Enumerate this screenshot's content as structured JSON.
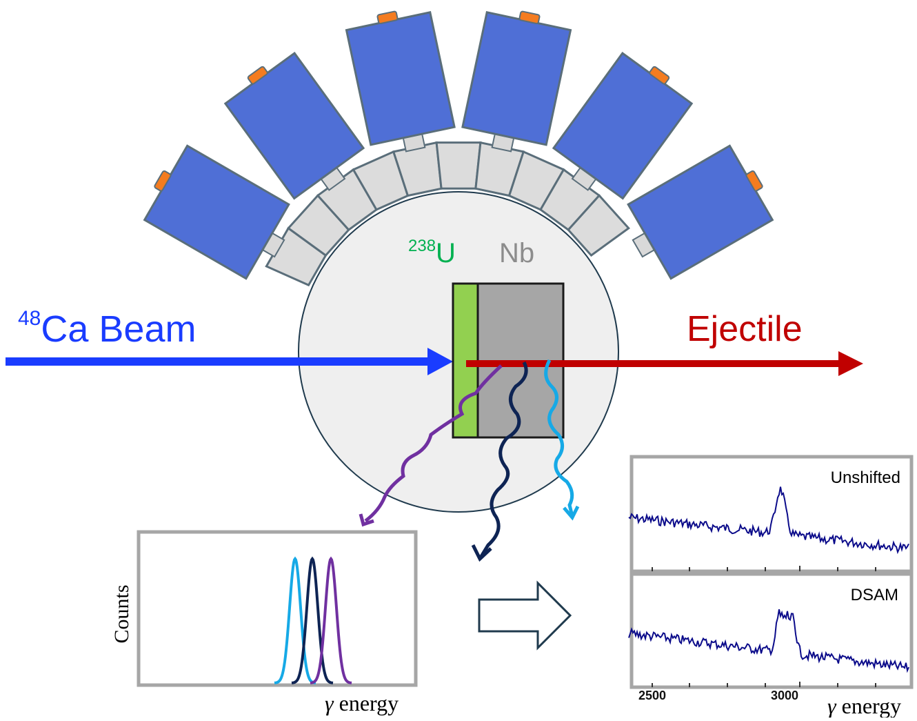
{
  "labels": {
    "beam_sup": "48",
    "beam_text": "Ca Beam",
    "ejectile": "Ejectile",
    "target_sup": "238",
    "target_elem": "U",
    "backing": "Nb"
  },
  "left_plot": {
    "ylabel": "Counts",
    "xlabel_sym": "γ",
    "xlabel_word": " energy"
  },
  "right_plot": {
    "top_label": "Unshifted",
    "bottom_label": "DSAM",
    "x_ticks": [
      "2500",
      "3000"
    ],
    "xlabel_sym": "γ",
    "xlabel_word": " energy"
  },
  "colors": {
    "beam": "#1a3cff",
    "ejectile": "#c00000",
    "target": "#92d050",
    "backing": "#a6a6a6",
    "detector": "#4f6fd6",
    "gamma_purple": "#7030a0",
    "gamma_navy": "#0e2454",
    "gamma_cyan": "#16a9e6",
    "spectrum": "#0b0b8a"
  },
  "icons": [
    "right-arrow-icon"
  ]
}
